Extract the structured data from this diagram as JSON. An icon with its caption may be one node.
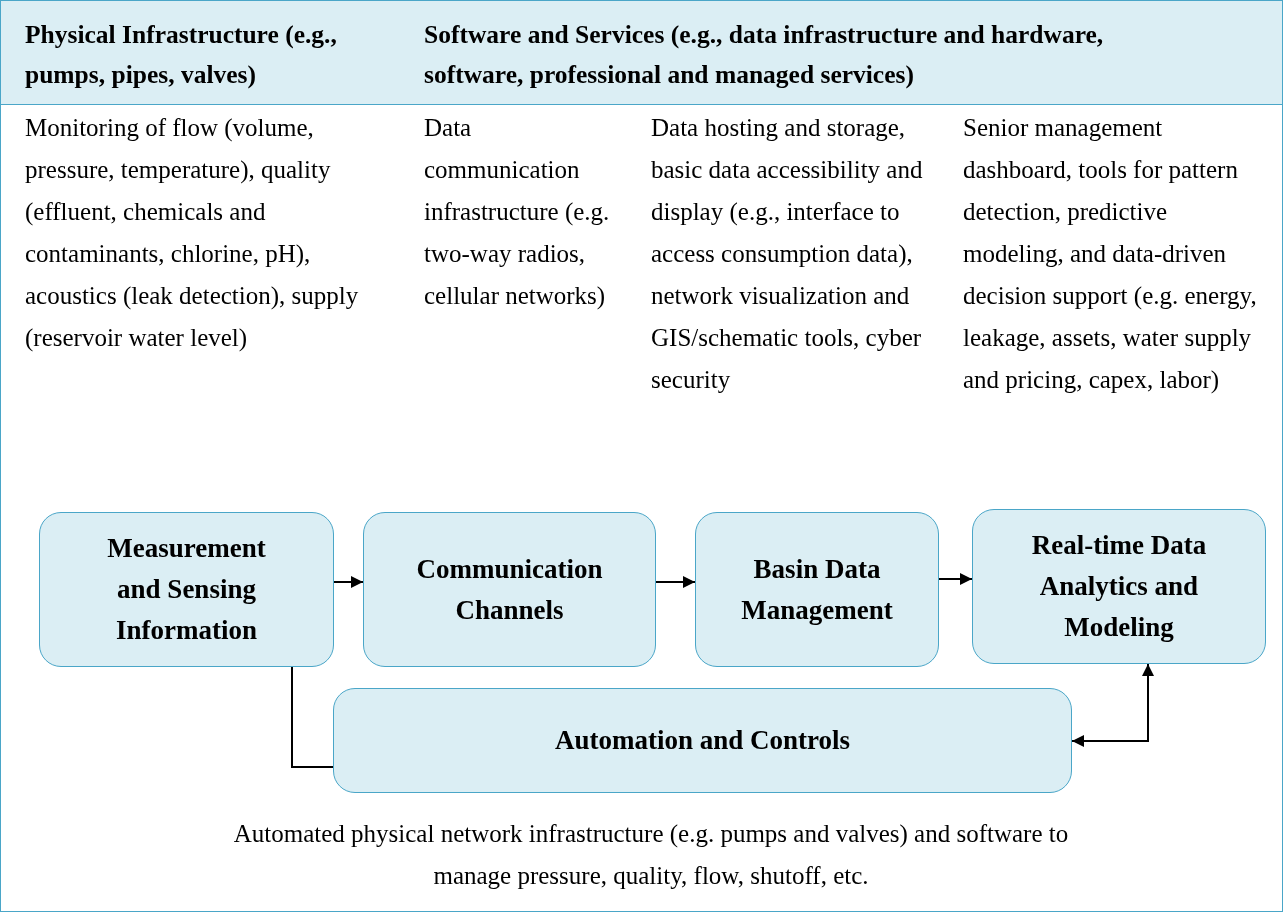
{
  "diagram": {
    "nodes": [
      {
        "text": [
          "Measurement and Sensing Information"
        ]
      },
      {
        "text": [
          "Communication Channels"
        ]
      },
      {
        "text": [
          "Basin Data Management"
        ]
      },
      {
        "text": [
          "Real-time Data Analytics and Modeling"
        ]
      },
      {
        "text": [
          "Automation and Controls"
        ],
        "beside": [
          "Automated physical network infrastructure (e.g. pumps and valves) and software to manage pressure, quality, flow, shutoff, etc."
        ]
      }
    ],
    "edges": [
      {
        "from": 0,
        "to": 1,
        "arrow": "to"
      },
      {
        "from": 1,
        "to": 2,
        "arrow": "to"
      },
      {
        "from": 2,
        "to": 3,
        "arrow": "to"
      },
      {
        "from": 0,
        "to": 4,
        "arrow": "none"
      },
      {
        "from": 4,
        "to": 3,
        "arrow": "both"
      }
    ],
    "labels": [
      "Physical Infrastructure (e.g., pumps, pipes, valves)",
      "Software and Services (e.g., data infrastructure and hardware, software, professional and managed services)",
      "Monitoring of flow (volume, pressure, temperature), quality (effluent, chemicals and contaminants, chlorine, pH), acoustics (leak detection), supply (reservoir water level)",
      "Data communication infrastructure (e.g. two-way radios, cellular networks)",
      "Data hosting and storage, basic data accessibility and display (e.g., interface to access consumption data), network visualization and GIS/schematic tools, cyber security",
      "Senior management dashboard, tools for pattern detection, predictive modeling, and data-driven decision support (e.g. energy, leakage, assets, water supply and pricing, capex, labor)"
    ]
  }
}
